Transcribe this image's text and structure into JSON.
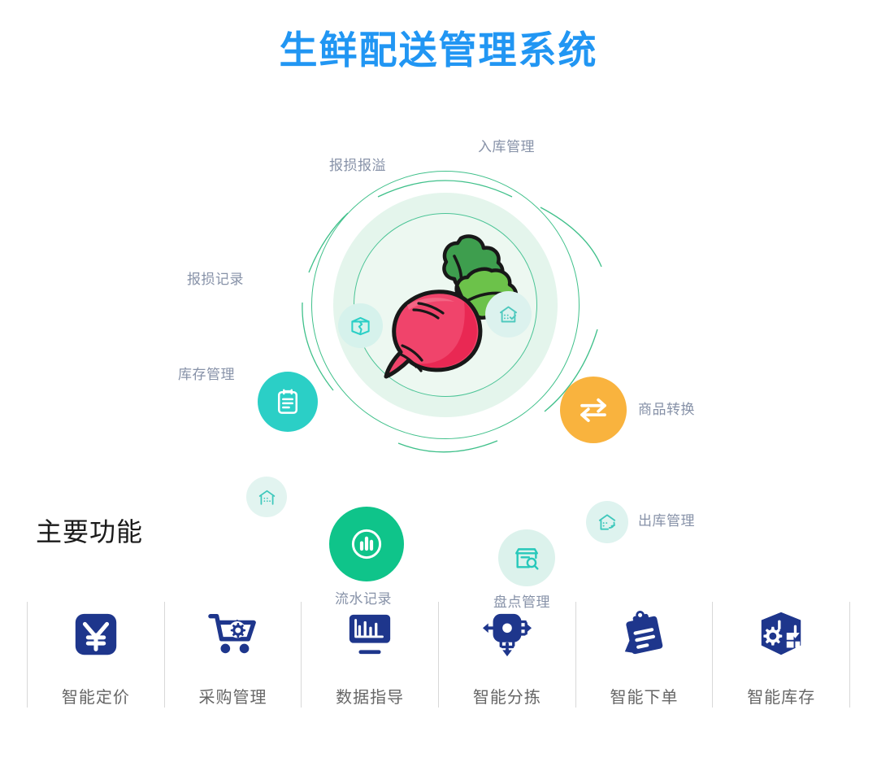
{
  "page": {
    "title": "生鲜配送管理系统",
    "title_color": "#2196F3",
    "background": "#ffffff"
  },
  "hero": {
    "center_illustration": "radish-illustration",
    "ring_colors": {
      "outer_ring": "#3FC08A",
      "mid_disc": "#E4F5EC",
      "inner_ring": "#4BC496",
      "inner_disc": "#EDF8F1",
      "arc_stroke": "#3FC08A"
    },
    "label_color": "#8792A8",
    "nodes": [
      {
        "id": "loss-overflow",
        "label": "报损报溢",
        "icon": "broken-box-icon",
        "circle_color": "#D6F2EC",
        "icon_color": "#2BCFC6",
        "size": 55,
        "style": "soft"
      },
      {
        "id": "inbound-management",
        "label": "入库管理",
        "icon": "warehouse-check-icon",
        "circle_color": "#DCF2EE",
        "icon_color": "#4FC9BE",
        "size": 57,
        "style": "soft"
      },
      {
        "id": "product-conversion",
        "label": "商品转换",
        "icon": "exchange-arrows-icon",
        "circle_color": "#F9B33E",
        "icon_color": "#FFFFFF",
        "size": 82,
        "style": "solid"
      },
      {
        "id": "outbound-management",
        "label": "出库管理",
        "icon": "warehouse-out-icon",
        "circle_color": "#DEF3EF",
        "icon_color": "#3FC8BC",
        "size": 52,
        "style": "soft"
      },
      {
        "id": "stocktaking-management",
        "label": "盘点管理",
        "icon": "box-search-icon",
        "circle_color": "#DCF2EC",
        "icon_color": "#27C8BA",
        "size": 70,
        "style": "soft"
      },
      {
        "id": "transaction-record",
        "label": "流水记录",
        "icon": "bar-chart-circle-icon",
        "circle_color": "#0FC48A",
        "icon_color": "#FFFFFF",
        "size": 92,
        "style": "solid"
      },
      {
        "id": "inventory-management",
        "label": "库存管理",
        "icon": "warehouse-icon",
        "circle_color": "#E2F4F0",
        "icon_color": "#3FC8BC",
        "size": 50,
        "style": "soft"
      },
      {
        "id": "loss-record",
        "label": "报损记录",
        "icon": "clipboard-lines-icon",
        "circle_color": "#2BCFC6",
        "icon_color": "#FFFFFF",
        "size": 74,
        "style": "solid"
      }
    ]
  },
  "section": {
    "heading": "主要功能"
  },
  "features": {
    "icon_color": "#1E368C",
    "divider_color": "#d8d8d8",
    "items": [
      {
        "label": "智能定价",
        "icon": "yuan-badge-icon"
      },
      {
        "label": "采购管理",
        "icon": "cart-gear-icon"
      },
      {
        "label": "数据指导",
        "icon": "monitor-chart-icon"
      },
      {
        "label": "智能分拣",
        "icon": "sorting-arrows-icon"
      },
      {
        "label": "智能下单",
        "icon": "order-clipboard-icon"
      },
      {
        "label": "智能库存",
        "icon": "box-gear-icon"
      }
    ]
  }
}
